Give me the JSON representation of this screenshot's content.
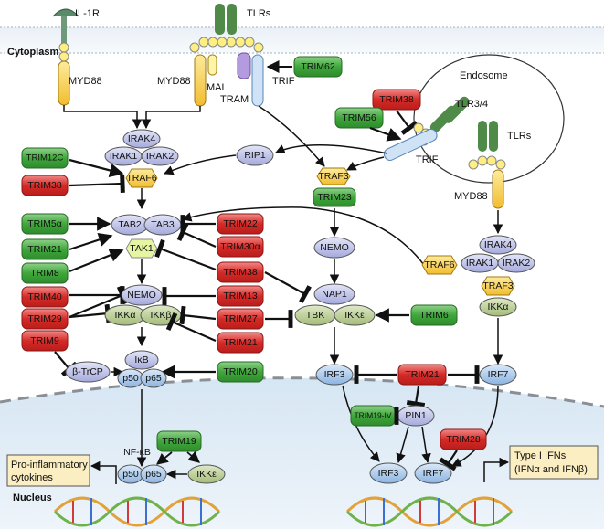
{
  "compartments": {
    "cytoplasm": "Cytoplasm",
    "endosome": "Endosome",
    "nucleus": "Nucleus"
  },
  "receptors": {
    "il1r": "IL-1R",
    "tlrs_top": "TLRs",
    "tlr34": "TLR3/4",
    "tlrs_endo": "TLRs"
  },
  "adaptors": {
    "myd88_a": "MYD88",
    "myd88_b": "MYD88",
    "mal": "MAL",
    "tram": "TRAM",
    "trif_top": "TRIF",
    "trif_endo": "TRIF",
    "myd88_endo": "MYD88"
  },
  "nodes": {
    "irak4_l": "IRAK4",
    "irak1_l": "IRAK1",
    "irak2_l": "IRAK2",
    "traf6_l": "TRAF6",
    "rip1": "RIP1",
    "traf3_m": "TRAF3",
    "tab2": "TAB2",
    "tab3": "TAB3",
    "tak1": "TAK1",
    "nemo_l": "NEMO",
    "ikka_l": "IKKα",
    "ikkb_l": "IKKβ",
    "btrcp": "β-TrCP",
    "ikb": "IκB",
    "p50": "p50",
    "p65": "p65",
    "nfkb": "NF-κB",
    "p50_n": "p50",
    "p65_n": "p65",
    "ikke_n": "IKKε",
    "nemo_m": "NEMO",
    "nap1": "NAP1",
    "tbk": "TBK",
    "ikke_m": "IKKε",
    "traf6_m": "TRAF6",
    "irak4_r": "IRAK4",
    "irak1_r": "IRAK1",
    "irak2_r": "IRAK2",
    "traf3_r": "TRAF3",
    "ikka_r": "IKKα",
    "irf3": "IRF3",
    "irf7": "IRF7",
    "pin1": "PIN1",
    "irf3_n": "IRF3",
    "irf7_n": "IRF7"
  },
  "trims": {
    "trim62": "TRIM62",
    "trim38_top": "TRIM38",
    "trim56": "TRIM56",
    "trim12c": "TRIM12C",
    "trim38_l": "TRIM38",
    "trim23": "TRIM23",
    "trim5a": "TRIM5α",
    "trim21_l": "TRIM21",
    "trim8": "TRIM8",
    "trim40": "TRIM40",
    "trim29": "TRIM29",
    "trim9": "TRIM9",
    "trim22": "TRIM22",
    "trim30a": "TRIM30α",
    "trim38_m": "TRIM38",
    "trim13": "TRIM13",
    "trim27": "TRIM27",
    "trim21_m": "TRIM21",
    "trim20": "TRIM20",
    "trim19": "TRIM19",
    "trim6": "TRIM6",
    "trim21_r": "TRIM21",
    "trim19iv": "TRIM19-IV",
    "trim28": "TRIM28"
  },
  "boxes": {
    "proinf": [
      "Pro-inflammatory",
      "cytokines"
    ],
    "ifn": [
      "Type I IFNs",
      "(IFNα and IFNβ)"
    ]
  },
  "colors": {
    "green": "#4caf50",
    "red": "#d9302f",
    "yellow": "#f7c948",
    "blue": "#9fc3ea",
    "lavender": "#b9bde6",
    "olive": "#b5c98e"
  }
}
